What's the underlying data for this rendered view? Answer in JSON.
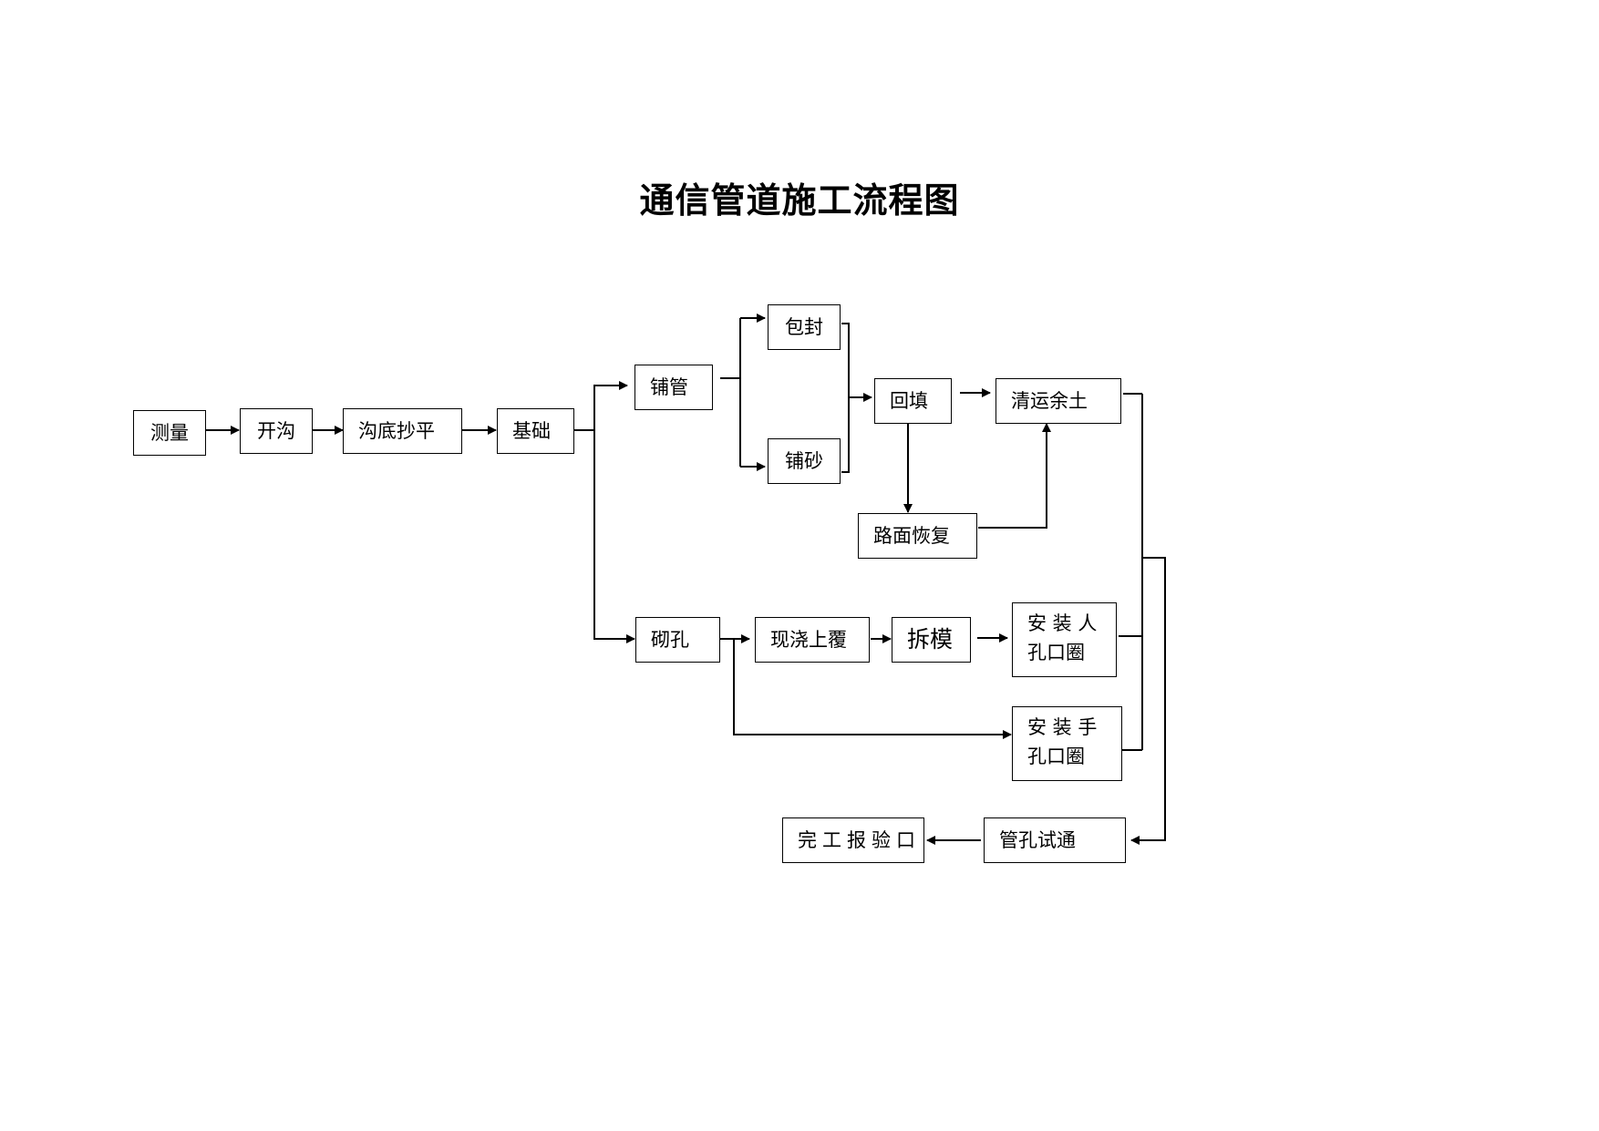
{
  "title": "通信管道施工流程图",
  "nodes": {
    "celiang": "测量",
    "kaigou": "开沟",
    "goudi": "沟底抄平",
    "jichu": "基础",
    "puguan": "铺管",
    "baofeng": "包封",
    "pusha": "铺砂",
    "huitian": "回填",
    "qingyun": "清运余土",
    "lumian": "路面恢复",
    "qikong": "砌孔",
    "xianjiao": "现浇上覆",
    "chaimo": "拆模",
    "renkong_line1": "安 装 人",
    "renkong_line2": "孔口圈",
    "shoukong_line1": "安 装 手",
    "shoukong_line2": "孔口圈",
    "guankong": "管孔试通",
    "wangong": "完工报验口"
  }
}
